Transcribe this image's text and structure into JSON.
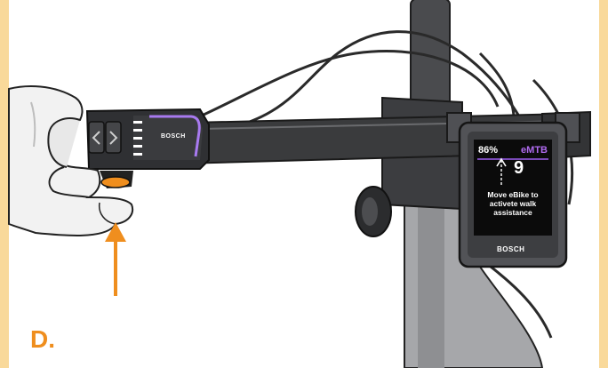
{
  "colors": {
    "frame": "#f9d99a",
    "accent": "#ef8e1e",
    "mode_text": "#b06bf0",
    "divider": "#7a4ab8",
    "handlebar": "#3a3b3d",
    "hand_fill": "#f2f2f2"
  },
  "step": {
    "label": "D."
  },
  "controller": {
    "brand": "BOSCH",
    "left_button_icon": "chevron-left-icon",
    "right_button_icon": "chevron-right-icon"
  },
  "display": {
    "battery": "86%",
    "mode": "eMTB",
    "level": "9",
    "arrow_icon": "arrow-up-icon",
    "message": "Move eBike to\nactivete walk\nassistance",
    "brand": "BOSCH"
  },
  "pointer": {
    "icon": "arrow-up-icon"
  }
}
